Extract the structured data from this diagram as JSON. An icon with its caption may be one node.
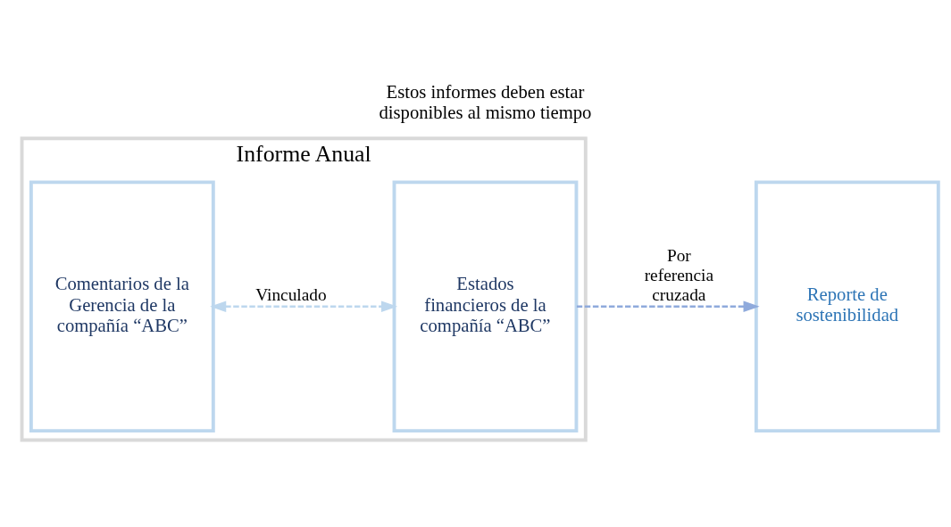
{
  "diagram": {
    "nodes": [
      {
        "text": [
          "Informe Anual"
        ]
      },
      {
        "text": [
          "Comentarios de la Gerencia de la compañía “ABC”"
        ],
        "in": 0
      },
      {
        "text": [
          "Estados financieros de la compañía “ABC”"
        ],
        "in": 0
      },
      {
        "text": [
          "Reporte de sostenibilidad"
        ]
      }
    ],
    "edges": [
      {
        "from": 1,
        "to": 2,
        "arrow": "both",
        "label": "Vinculado",
        "style": "dashed",
        "color": "#bdd7ee"
      },
      {
        "from": 2,
        "to": 3,
        "arrow": "to",
        "label": "Por referencia cruzada",
        "style": "dashed",
        "color": "#8faadc"
      }
    ],
    "labels": [
      "Estos informes deben estar disponibles al mismo tiempo"
    ]
  }
}
